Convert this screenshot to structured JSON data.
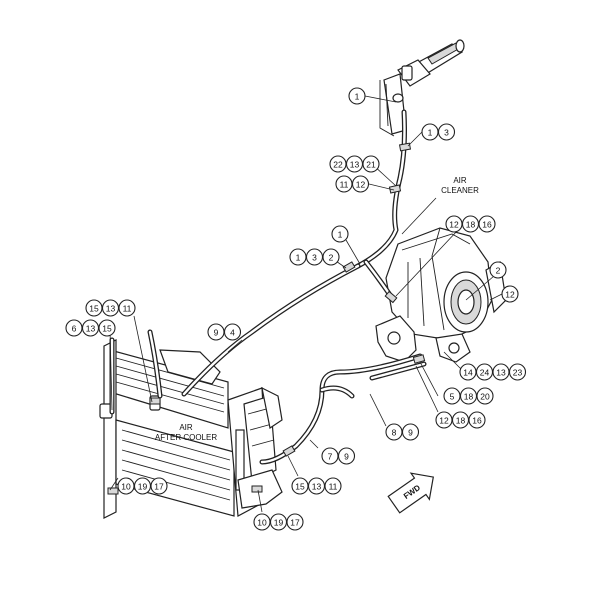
{
  "labels": {
    "air_cleaner_line1": "AIR",
    "air_cleaner_line2": "CLEANER",
    "after_cooler_line1": "AIR",
    "after_cooler_line2": "AFTER COOLER",
    "fwd": "FWD"
  },
  "callout_groups": [
    {
      "id": "top-1",
      "items": [
        "1"
      ]
    },
    {
      "id": "right-1-3",
      "items": [
        "1",
        "3"
      ]
    },
    {
      "id": "upper-22-13-21",
      "items": [
        "22",
        "13",
        "21"
      ]
    },
    {
      "id": "upper-11-12",
      "items": [
        "11",
        "12"
      ]
    },
    {
      "id": "mid-12-18-16",
      "items": [
        "12",
        "18",
        "16"
      ]
    },
    {
      "id": "mid-1",
      "items": [
        "1"
      ]
    },
    {
      "id": "mid-1-3-2",
      "items": [
        "1",
        "3",
        "2"
      ]
    },
    {
      "id": "right-2",
      "items": [
        "2"
      ]
    },
    {
      "id": "right-12",
      "items": [
        "12"
      ]
    },
    {
      "id": "left-15-13-11",
      "items": [
        "15",
        "13",
        "11"
      ]
    },
    {
      "id": "left-6-13-15",
      "items": [
        "6",
        "13",
        "15"
      ]
    },
    {
      "id": "center-9-4",
      "items": [
        "9",
        "4"
      ]
    },
    {
      "id": "right-14-24-13-23",
      "items": [
        "14",
        "24",
        "13",
        "23"
      ]
    },
    {
      "id": "right-5-18-20",
      "items": [
        "5",
        "18",
        "20"
      ]
    },
    {
      "id": "right-12-18-16",
      "items": [
        "12",
        "18",
        "16"
      ]
    },
    {
      "id": "center-8-9",
      "items": [
        "8",
        "9"
      ]
    },
    {
      "id": "center-7-9",
      "items": [
        "7",
        "9"
      ]
    },
    {
      "id": "left-10-19-17",
      "items": [
        "10",
        "19",
        "17"
      ]
    },
    {
      "id": "bottom-15-13-11",
      "items": [
        "15",
        "13",
        "11"
      ]
    },
    {
      "id": "bottom-10-19-17",
      "items": [
        "10",
        "19",
        "17"
      ]
    }
  ]
}
